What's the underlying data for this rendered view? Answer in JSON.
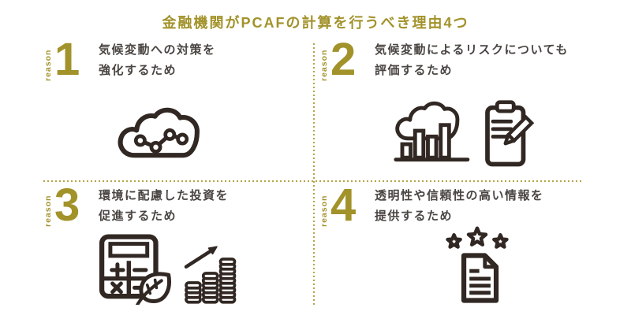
{
  "title": "金融機関がPCAFの計算を行うべき理由4つ",
  "colors": {
    "accent": "#a2922a",
    "divider": "#b3a544",
    "text": "#4a4542",
    "icon": "#312723",
    "background": "#ffffff"
  },
  "reason_label": "reason",
  "reasons": [
    {
      "number": "1",
      "text_line1": "気候変動への対策を",
      "text_line2": "強化するため",
      "icons": [
        "cloud-line-chart-icon"
      ]
    },
    {
      "number": "2",
      "text_line1": "気候変動によるリスクについても",
      "text_line2": "評価するため",
      "icons": [
        "cloud-bar-chart-icon",
        "clipboard-pencil-icon"
      ]
    },
    {
      "number": "3",
      "text_line1": "環境に配慮した投資を",
      "text_line2": "促進するため",
      "icons": [
        "calculator-leaf-icon",
        "coin-stacks-growth-icon"
      ]
    },
    {
      "number": "4",
      "text_line1": "透明性や信頼性の高い情報を",
      "text_line2": "提供するため",
      "icons": [
        "stars-document-icon"
      ]
    }
  ]
}
